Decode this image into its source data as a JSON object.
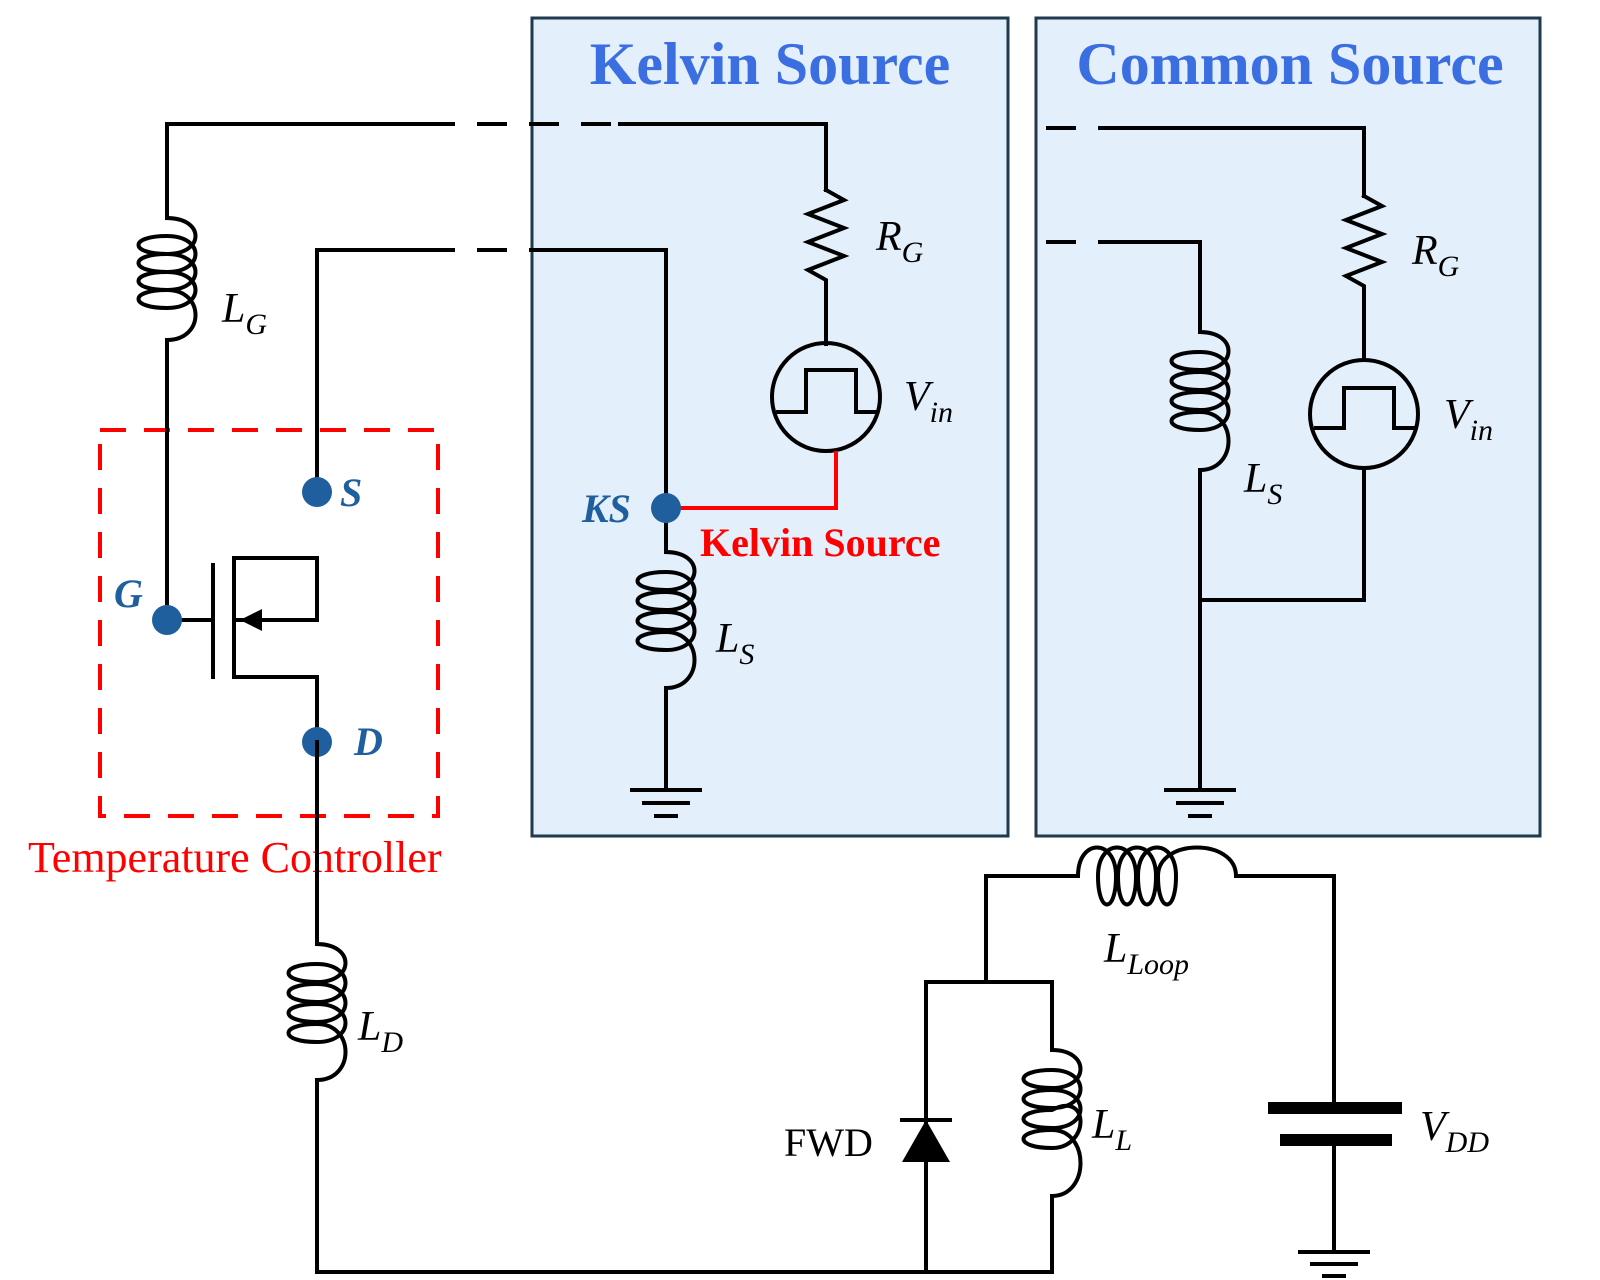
{
  "panels": {
    "kelvin_title": "Kelvin Source",
    "common_title": "Common Source"
  },
  "labels": {
    "LG": {
      "main": "L",
      "sub": "G"
    },
    "LD": {
      "main": "L",
      "sub": "D"
    },
    "RG_kelvin": {
      "main": "R",
      "sub": "G"
    },
    "Vin_kelvin": {
      "main": "V",
      "sub": "in"
    },
    "LS_kelvin": {
      "main": "L",
      "sub": "S"
    },
    "RG_common": {
      "main": "R",
      "sub": "G"
    },
    "Vin_common": {
      "main": "V",
      "sub": "in"
    },
    "LS_common": {
      "main": "L",
      "sub": "S"
    },
    "LLoop": {
      "main": "L",
      "sub": "Loop"
    },
    "LL": {
      "main": "L",
      "sub": "L"
    },
    "VDD": {
      "main": "V",
      "sub": "DD"
    },
    "FWD": "FWD"
  },
  "pins": {
    "S": "S",
    "G": "G",
    "D": "D",
    "KS": "KS"
  },
  "kelvin_path_label": "Kelvin Source",
  "controller_label": "Temperature Controller",
  "colors": {
    "panel_fill": "#e3effb",
    "title_blue": "#3b6ee0",
    "node_blue": "#1f5f9e",
    "highlight_red": "#ff0000"
  }
}
